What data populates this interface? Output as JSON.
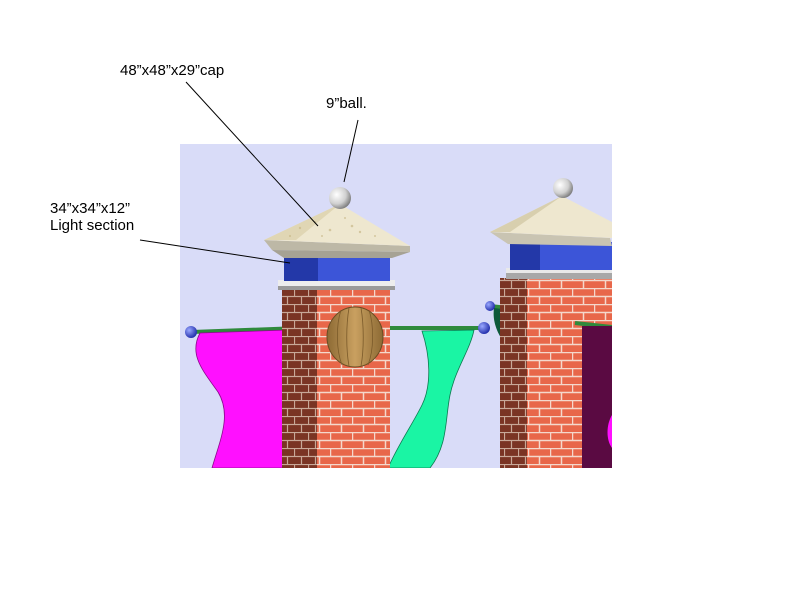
{
  "labels": {
    "cap": "48”x48”x29”cap",
    "ball": "9”ball.",
    "light_line1": "34”x34”x12”",
    "light_line2": "Light section"
  },
  "colors": {
    "sky": "#d9dcf8",
    "brick": "#e8674a",
    "brick_shadow": "#7a3424",
    "mortar": "#f4d8cc",
    "light_band": "#3c55d8",
    "cap_stone": "#eee7cf",
    "ball": "#e6e6e6",
    "pole": "#2f8a3c",
    "pole_knob": "#3a46d8",
    "banner_magenta": "#ff10ff",
    "banner_mint": "#1af5a4",
    "banner_darkgreen": "#0e5a3a",
    "banner_plum": "#5a0a42",
    "medallion": "#b58a4a"
  }
}
